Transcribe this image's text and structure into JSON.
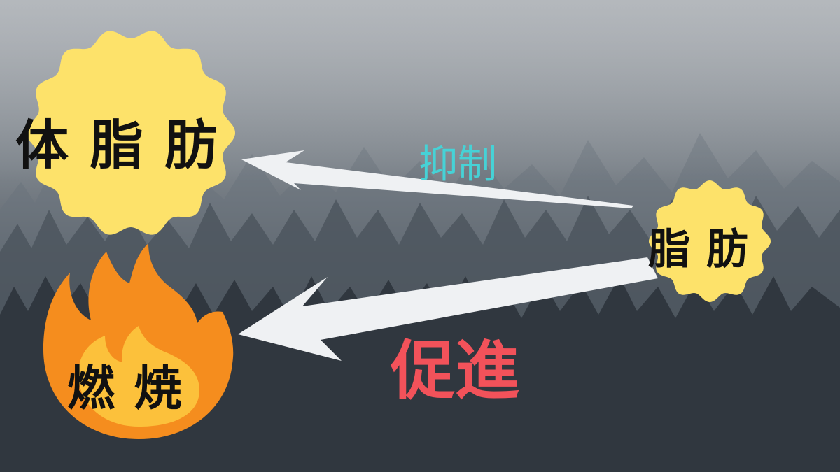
{
  "nodes": {
    "body_fat": "体 脂 肪",
    "dietary_fat": "脂 肪",
    "burning": "燃 焼"
  },
  "edges": {
    "suppress": "抑制",
    "promote": "促進"
  },
  "colors": {
    "badge_yellow": "#fde26a",
    "flame_outer": "#f58d1e",
    "flame_inner": "#fcc13b",
    "arrow": "#eff1f3",
    "suppress_text": "#46d2d6",
    "promote_text": "#f2525a"
  },
  "icons": {
    "badge": "scalloped-badge-icon",
    "fire": "fire-icon",
    "arrow": "arrow-left-icon"
  }
}
